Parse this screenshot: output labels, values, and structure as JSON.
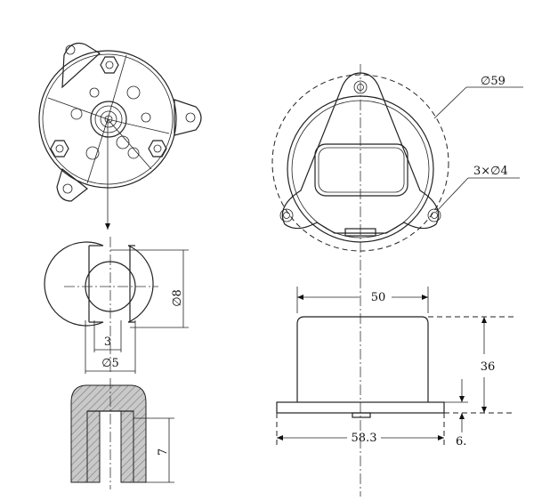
{
  "drawing": {
    "dimensions": {
      "body_diameter": "∅59",
      "holes": "3×∅4",
      "width_top": "50",
      "height": "36",
      "flange_width": "58.3",
      "flange_thickness": "6.",
      "shaft_outer": "∅8",
      "shaft_flat": "3",
      "shaft_inner": "∅5",
      "shaft_depth": "7"
    }
  }
}
